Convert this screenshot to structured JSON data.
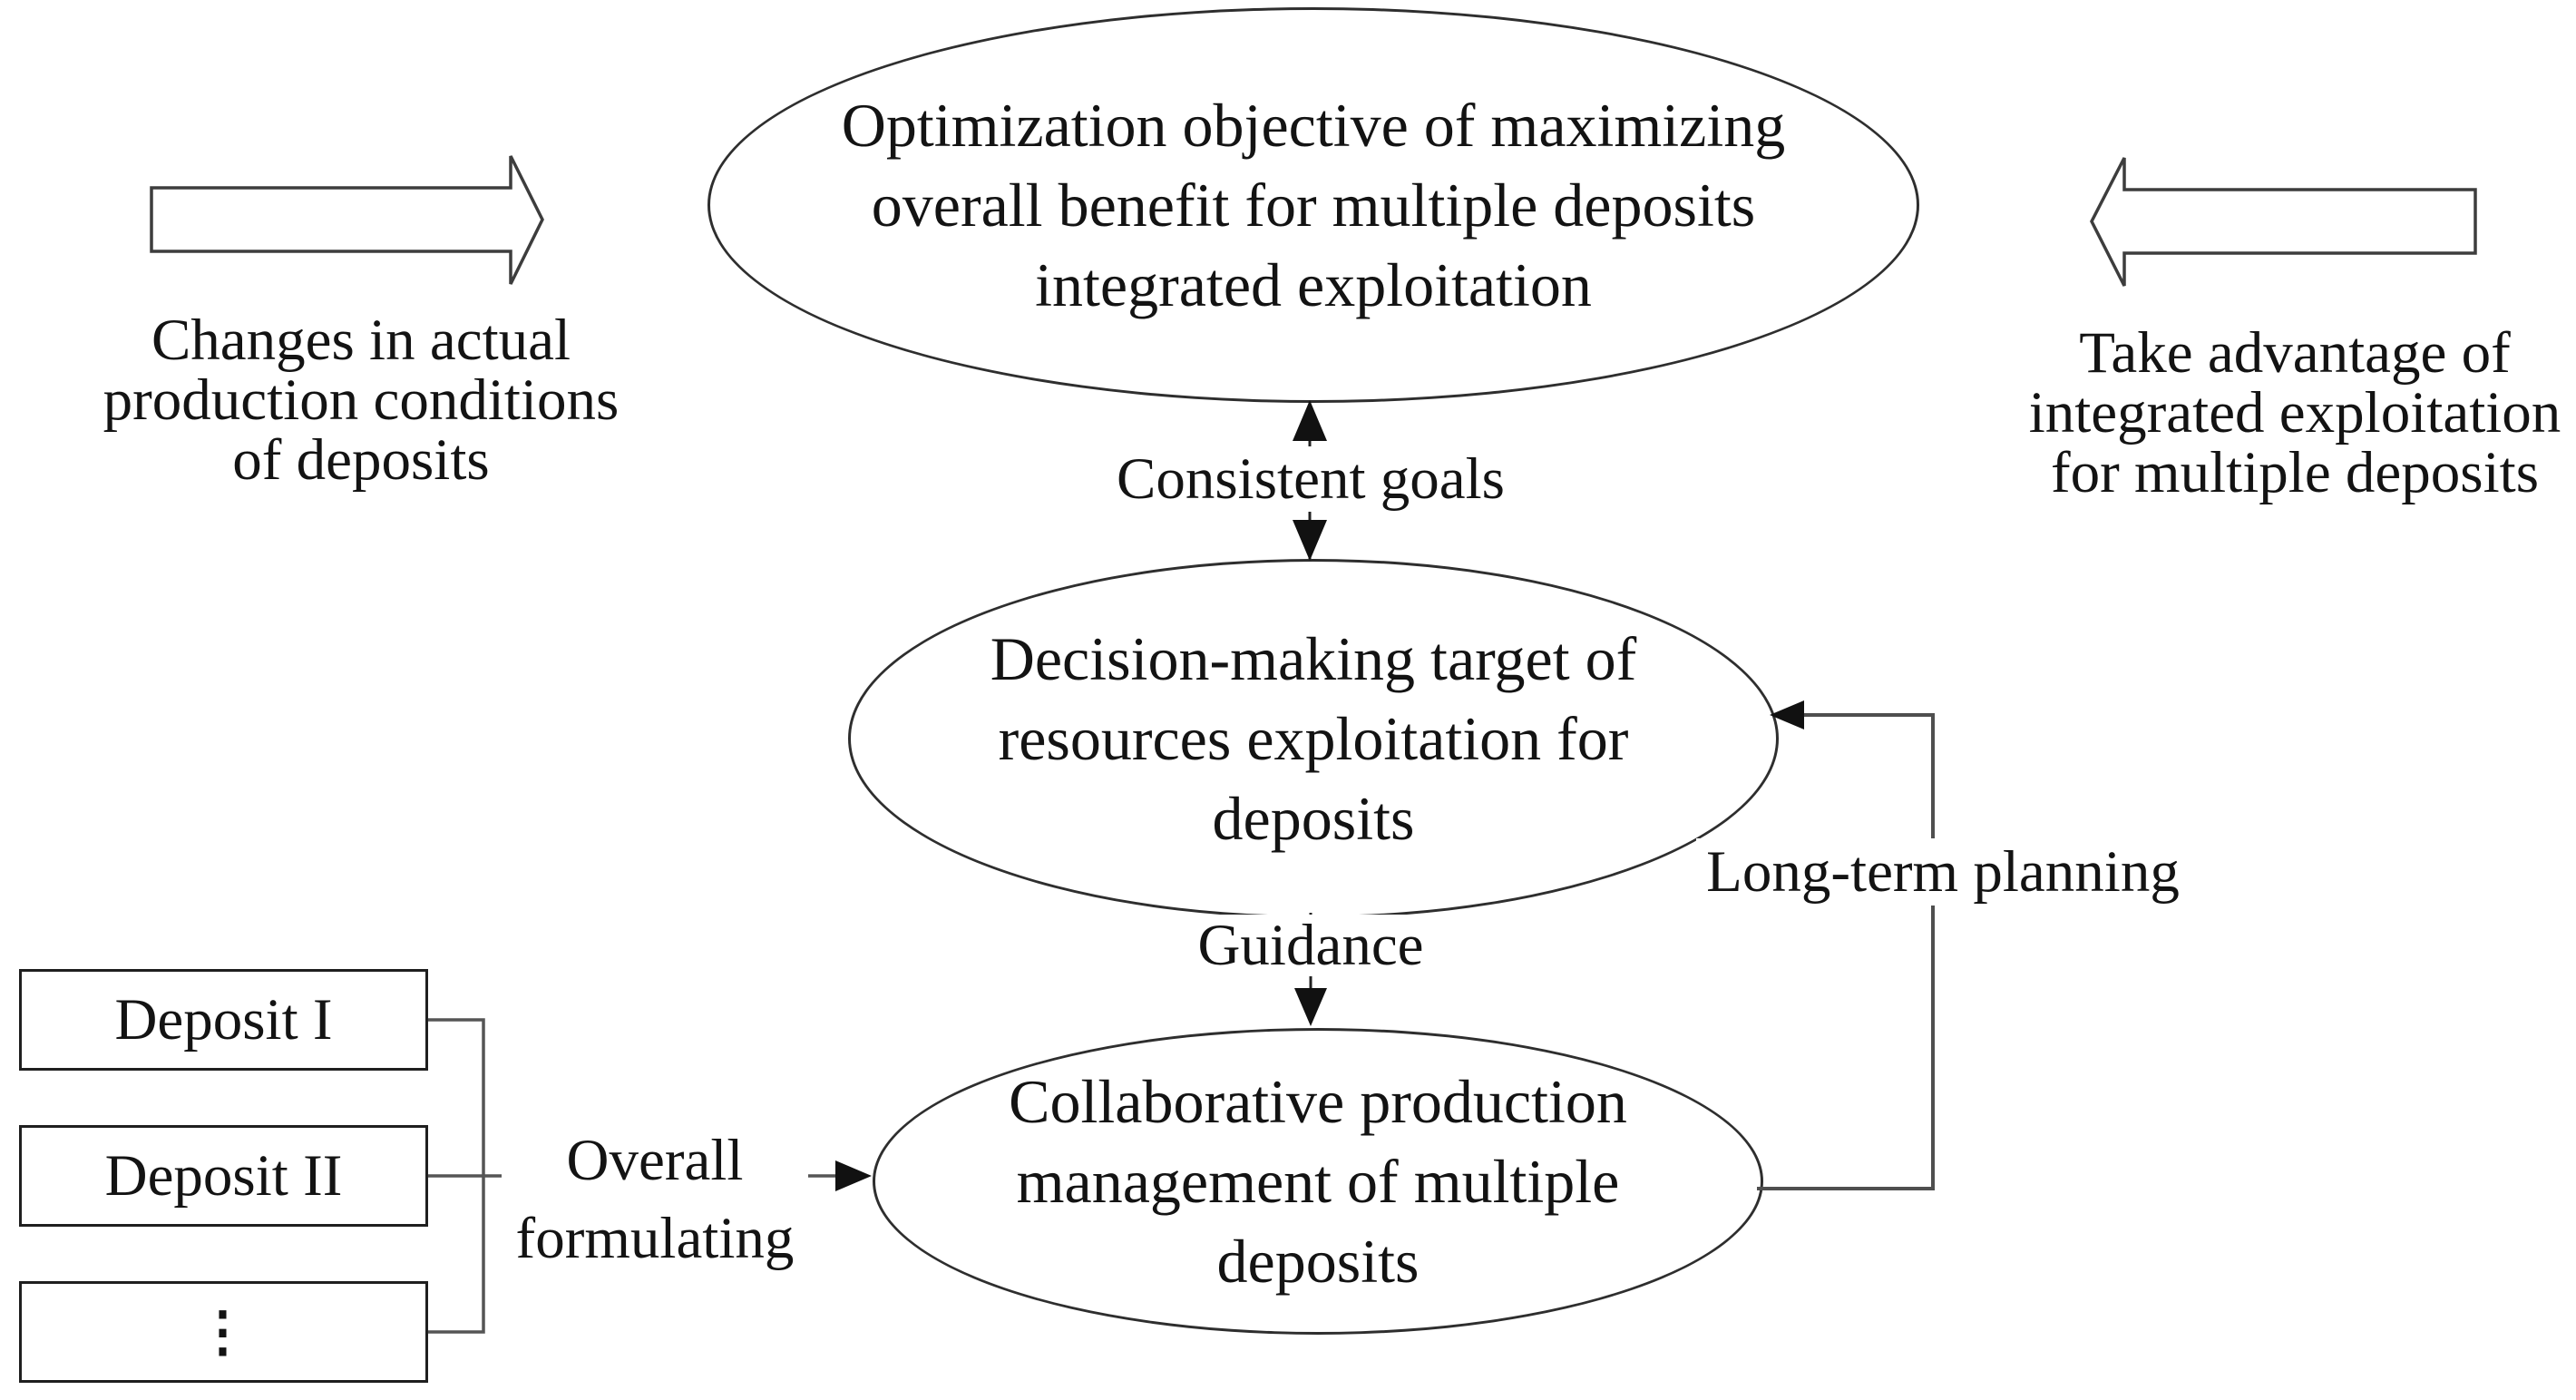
{
  "colors": {
    "background": "#ffffff",
    "text": "#131313",
    "ellipse_border": "#2e2e2e",
    "box_border": "#1f1f1f",
    "connector_line": "#4f4f4f",
    "thin_arrow": "#222222",
    "arrowhead": "#111111",
    "block_arrow_outline": "#3d3d3d"
  },
  "nodes": {
    "top_ellipse": {
      "lines": [
        "Optimization objective of maximizing",
        "overall benefit for multiple deposits",
        "integrated exploitation"
      ]
    },
    "middle_ellipse": {
      "lines": [
        "Decision-making target of",
        "resources exploitation for",
        "deposits"
      ]
    },
    "bottom_ellipse": {
      "lines": [
        "Collaborative production",
        "management of multiple",
        "deposits"
      ]
    }
  },
  "captions": {
    "left": {
      "lines": [
        "Changes in actual",
        "production conditions",
        "of deposits"
      ]
    },
    "right": {
      "lines": [
        "Take advantage of",
        "integrated exploitation",
        "for multiple deposits"
      ]
    }
  },
  "labels": {
    "consistent_goals": "Consistent goals",
    "guidance": "Guidance",
    "long_term_planning": "Long-term planning",
    "overall_formulating": {
      "lines": [
        "Overall",
        "formulating"
      ]
    }
  },
  "deposits": {
    "box1": "Deposit I",
    "box2": "Deposit II",
    "box3": "⋮"
  }
}
